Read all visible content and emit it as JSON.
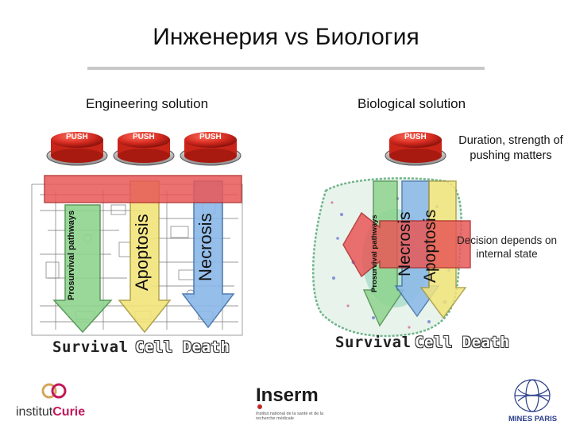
{
  "title": "Инженерия vs Биология",
  "engineering": {
    "heading": "Engineering solution",
    "button_label": "PUSH",
    "pathways": [
      "Prosurvival pathways",
      "Apoptosis",
      "Necrosis"
    ],
    "survival_label": "Survival",
    "death_label": "Cell Death"
  },
  "biological": {
    "heading": "Biological solution",
    "button_label": "PUSH",
    "note": "Duration, strength of pushing matters",
    "pathways": [
      "Prosurvival pathways",
      "Necrosis",
      "Apoptosis"
    ],
    "decision_note": "Decision depends on internal state",
    "survival_label": "Survival",
    "death_label": "Cell Death"
  },
  "logos": {
    "curie": {
      "prefix": "institut",
      "name": "Curie"
    },
    "inserm": {
      "name": "Inserm",
      "subtitle": "Institut national de la santé et de la recherche médicale"
    },
    "mines": {
      "name": "MINES PARIS"
    }
  },
  "colors": {
    "button_red": "#d42a1f",
    "bar_red": "#e85858",
    "arrow_green": "#8fd48f",
    "arrow_yellow": "#f2e47a",
    "arrow_blue": "#8ab8e8"
  }
}
